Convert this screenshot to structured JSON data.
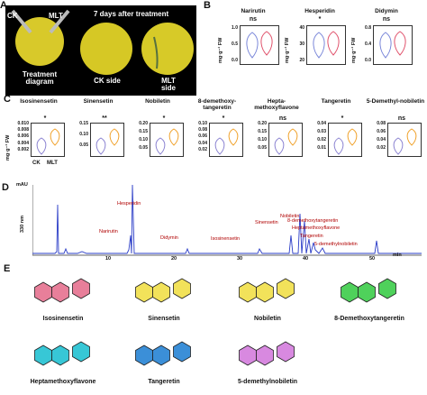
{
  "panels": {
    "A": {
      "letter": "A",
      "ck_label": "CK",
      "mlt_label": "MLT",
      "header": "7 days after treatment",
      "caption1": "Treatment diagram",
      "caption2": "CK side",
      "caption3": "MLT side"
    },
    "B": {
      "letter": "B",
      "y_label": "mg·g⁻¹ FW",
      "charts": [
        {
          "title": "Narirutin",
          "sig": "ns",
          "yticks": [
            "1.0",
            "0.5",
            "0.0"
          ]
        },
        {
          "title": "Hesperidin",
          "sig": "*",
          "yticks": [
            "40",
            "30",
            "20"
          ]
        },
        {
          "title": "Didymin",
          "sig": "ns",
          "yticks": [
            "0.8",
            "0.4",
            "0.0"
          ]
        }
      ]
    },
    "C": {
      "letter": "C",
      "y_label": "mg·g⁻¹ FW",
      "groups": [
        "CK",
        "MLT"
      ],
      "charts": [
        {
          "title": "Isosinensetin",
          "sig": "*",
          "yticks": [
            "0.010",
            "0.008",
            "0.006",
            "0.004",
            "0.002"
          ]
        },
        {
          "title": "Sinensetin",
          "sig": "**",
          "yticks": [
            "0.15",
            "0.10",
            "0.05"
          ]
        },
        {
          "title": "Nobiletin",
          "sig": "*",
          "yticks": [
            "0.20",
            "0.15",
            "0.10",
            "0.05"
          ]
        },
        {
          "title": "8-demethoxy-tangeretin",
          "sig": "*",
          "yticks": [
            "0.10",
            "0.08",
            "0.06",
            "0.04",
            "0.02"
          ]
        },
        {
          "title": "Hepta-methoxyflavone",
          "sig": "ns",
          "yticks": [
            "0.20",
            "0.15",
            "0.10",
            "0.05"
          ]
        },
        {
          "title": "Tangeretin",
          "sig": "*",
          "yticks": [
            "0.04",
            "0.03",
            "0.02",
            "0.01"
          ]
        },
        {
          "title": "5-Demethyl-nobiletin",
          "sig": "ns",
          "yticks": [
            "0.08",
            "0.06",
            "0.04",
            "0.02"
          ]
        }
      ]
    },
    "D": {
      "letter": "D",
      "y_unit": "mAU",
      "y_label": "330 nm",
      "x_unit": "min",
      "xticks": [
        "10",
        "20",
        "30",
        "40",
        "50"
      ],
      "peaks": [
        "Hesperidin",
        "Narirutin",
        "Didymin",
        "Isosinensetin",
        "Sinensetin",
        "Nobiletin",
        "8-demethoxytangeretin",
        "Heptamethoxyflavone",
        "Tangeretin",
        "5-demethylnobiletin"
      ]
    },
    "E": {
      "letter": "E",
      "structures": [
        {
          "name": "Isosinensetin",
          "ring": "#e87f9a"
        },
        {
          "name": "Sinensetin",
          "ring": "#f2e25a"
        },
        {
          "name": "Nobiletin",
          "ring": "#f2e25a"
        },
        {
          "name": "8-Demethoxytangeretin",
          "ring": "#4fd15b"
        },
        {
          "name": "Heptamethoxyflavone",
          "ring": "#37c7d6"
        },
        {
          "name": "Tangeretin",
          "ring": "#3b8fd8"
        },
        {
          "name": "5-demethylnobiletin",
          "ring": "#d889e0"
        }
      ]
    }
  }
}
